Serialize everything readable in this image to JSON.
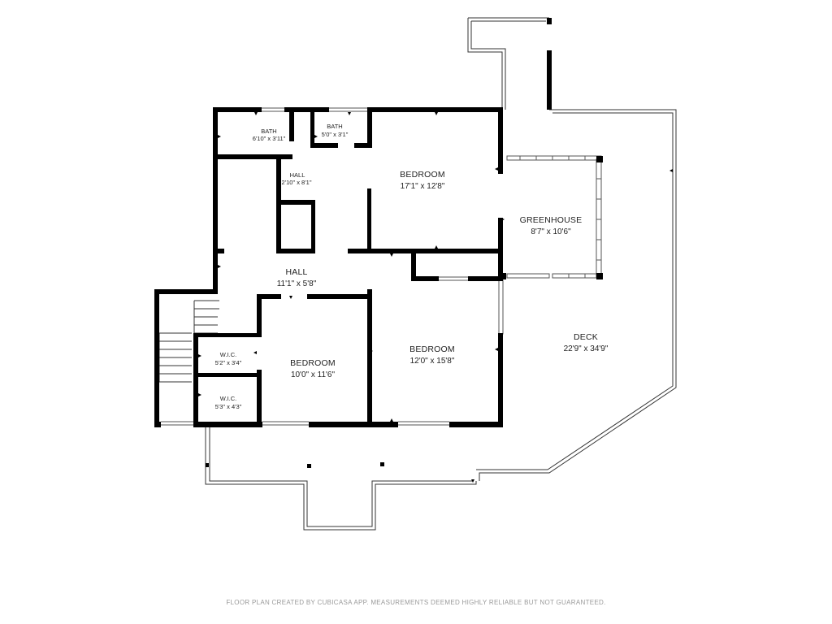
{
  "rooms": {
    "bath1": {
      "name": "BATH",
      "dim": "6'10\" x 3'11\""
    },
    "bath2": {
      "name": "BATH",
      "dim": "5'0\" x 3'1\""
    },
    "hall_small": {
      "name": "HALL",
      "dim": "2'10\" x 8'1\""
    },
    "bedroom1": {
      "name": "BEDROOM",
      "dim": "17'1\" x 12'8\""
    },
    "greenhouse": {
      "name": "GREENHOUSE",
      "dim": "8'7\" x 10'6\""
    },
    "hall": {
      "name": "HALL",
      "dim": "11'1\" x 5'8\""
    },
    "bedroom2": {
      "name": "BEDROOM",
      "dim": "12'0\" x 15'8\""
    },
    "deck": {
      "name": "DECK",
      "dim": "22'9\" x 34'9\""
    },
    "wic1": {
      "name": "W.I.C.",
      "dim": "5'2\" x 3'4\""
    },
    "wic2": {
      "name": "W.I.C.",
      "dim": "5'3\" x 4'3\""
    },
    "bedroom3": {
      "name": "BEDROOM",
      "dim": "10'0\" x 11'6\""
    }
  },
  "footer": "FLOOR PLAN CREATED BY CUBICASA APP. MEASUREMENTS DEEMED HIGHLY RELIABLE BUT NOT GUARANTEED.",
  "colors": {
    "wall": "#000000",
    "background": "#ffffff",
    "footer": "#9a9a9a"
  }
}
